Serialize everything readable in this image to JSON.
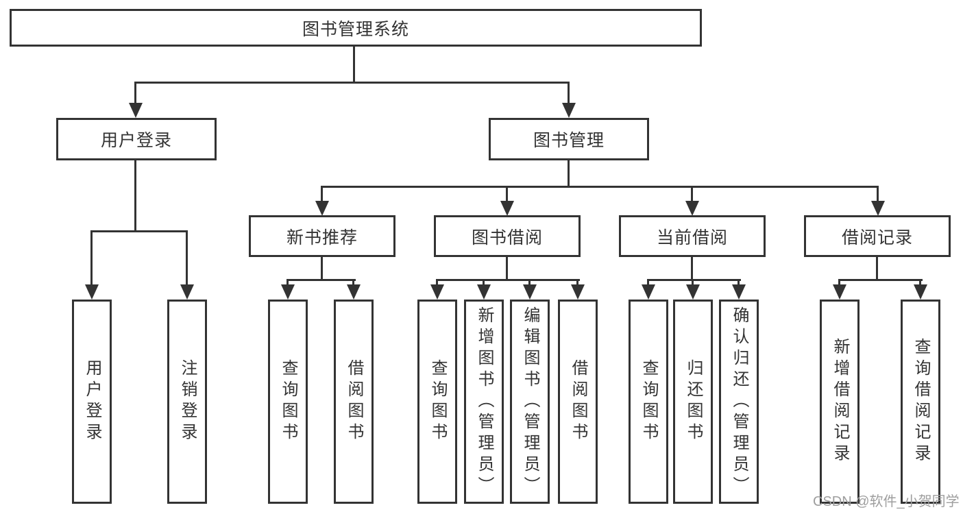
{
  "style": {
    "line_color": "#333333",
    "box_fill": "#ffffff",
    "text_color": "#333333",
    "watermark_color": "#9e9e9e"
  },
  "watermark": {
    "text": "CSDN @软件_小贺同学"
  },
  "tree": {
    "root": {
      "label": "图书管理系统"
    },
    "branches": [
      {
        "label": "用户登录",
        "leaves": [
          "用户登录",
          "注销登录"
        ]
      },
      {
        "label": "图书管理",
        "sections": [
          {
            "label": "新书推荐",
            "leaves": [
              "查询图书",
              "借阅图书"
            ]
          },
          {
            "label": "图书借阅",
            "leaves": [
              "查询图书",
              "新增图书（管理员）",
              "编辑图书（管理员）",
              "借阅图书"
            ]
          },
          {
            "label": "当前借阅",
            "leaves": [
              "查询图书",
              "归还图书",
              "确认归还（管理员）"
            ]
          },
          {
            "label": "借阅记录",
            "leaves": [
              "新增借阅记录",
              "查询借阅记录"
            ]
          }
        ]
      }
    ]
  }
}
